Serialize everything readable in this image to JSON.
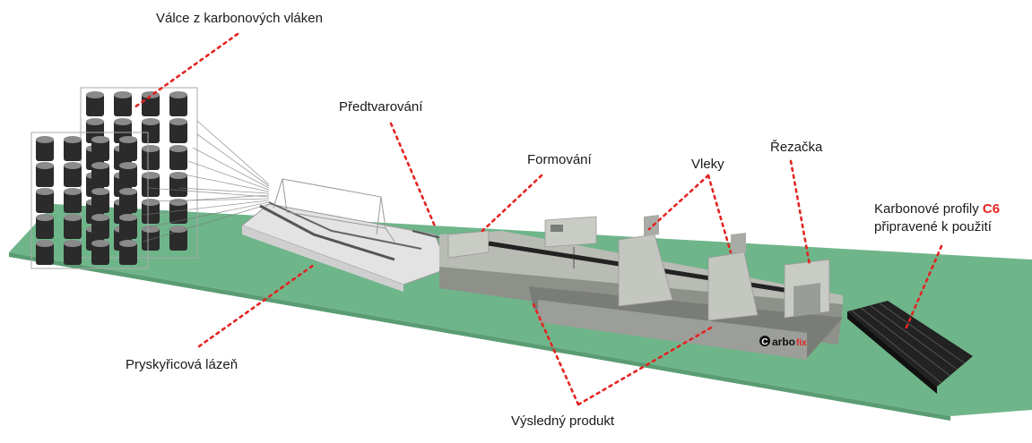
{
  "labels": {
    "fiber_reels": "Válce z karbonových vláken",
    "preforming": "Předtvarování",
    "forming": "Formování",
    "pullers": "Vleky",
    "cutter": "Řezačka",
    "resin_bath": "Pryskyřicová lázeň",
    "final_product": "Výsledný produkt",
    "profiles_line1_prefix": "Karbonové profily ",
    "profiles_code": "C6",
    "profiles_line2": "připravené k použití"
  },
  "logo": {
    "text_prefix": "C",
    "text_main": "arbo",
    "text_suffix": "fix"
  },
  "colors": {
    "accent": "#e32421",
    "floor": "#6fb58a",
    "floor_edge": "#5a9c73",
    "machine": "#b9bbb5",
    "machine_dark": "#8e908a",
    "reel": "#2b2b2b"
  }
}
